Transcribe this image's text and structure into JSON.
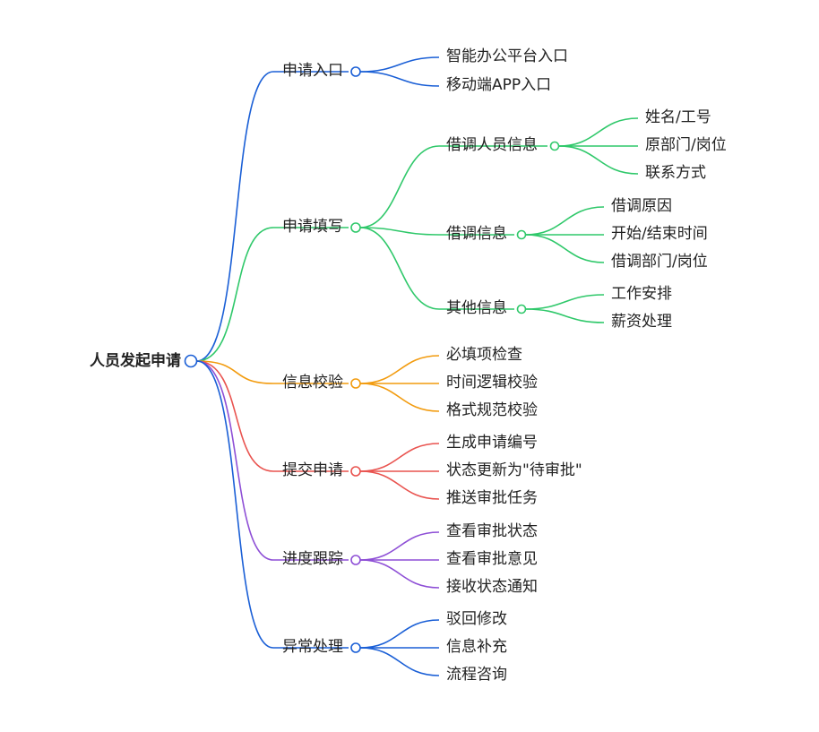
{
  "root": {
    "label": "人员发起申请",
    "color": "#1a5fd6"
  },
  "branches": [
    {
      "label": "申请入口",
      "color": "#1a5fd6",
      "children": [
        {
          "label": "智能办公平台入口"
        },
        {
          "label": "移动端APP入口"
        }
      ]
    },
    {
      "label": "申请填写",
      "color": "#2fc86a",
      "children": [
        {
          "label": "借调人员信息",
          "children": [
            {
              "label": "姓名/工号"
            },
            {
              "label": "原部门/岗位"
            },
            {
              "label": "联系方式"
            }
          ]
        },
        {
          "label": "借调信息",
          "children": [
            {
              "label": "借调原因"
            },
            {
              "label": "开始/结束时间"
            },
            {
              "label": "借调部门/岗位"
            }
          ]
        },
        {
          "label": "其他信息",
          "children": [
            {
              "label": "工作安排"
            },
            {
              "label": "薪资处理"
            }
          ]
        }
      ]
    },
    {
      "label": "信息校验",
      "color": "#f29b0e",
      "children": [
        {
          "label": "必填项检查"
        },
        {
          "label": "时间逻辑校验"
        },
        {
          "label": "格式规范校验"
        }
      ]
    },
    {
      "label": "提交申请",
      "color": "#e9534f",
      "children": [
        {
          "label": "生成申请编号"
        },
        {
          "label": "状态更新为\"待审批\""
        },
        {
          "label": "推送审批任务"
        }
      ]
    },
    {
      "label": "进度跟踪",
      "color": "#8e4fd6",
      "children": [
        {
          "label": "查看审批状态"
        },
        {
          "label": "查看审批意见"
        },
        {
          "label": "接收状态通知"
        }
      ]
    },
    {
      "label": "异常处理",
      "color": "#1a5fd6",
      "children": [
        {
          "label": "驳回修改"
        },
        {
          "label": "信息补充"
        },
        {
          "label": "流程咨询"
        }
      ]
    }
  ]
}
